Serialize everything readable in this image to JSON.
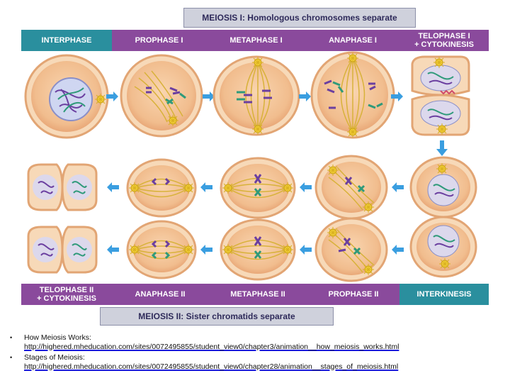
{
  "meiosis1": {
    "banner": "MEIOSIS I:  Homologous chromosomes separate",
    "phases": [
      "INTERPHASE",
      "PROPHASE I",
      "METAPHASE I",
      "ANAPHASE I",
      "TELOPHASE I\n+ CYTOKINESIS"
    ]
  },
  "meiosis2": {
    "banner": "MEIOSIS II:  Sister chromatids separate",
    "phases": [
      "TELOPHASE II\n+ CYTOKINESIS",
      "ANAPHASE II",
      "METAPHASE II",
      "PROPHASE II",
      "INTERKINESIS"
    ]
  },
  "references": [
    {
      "bullet": "•",
      "title": "How Meiosis Works:",
      "link": "http://highered.mheducation.com/sites/0072495855/student_view0/chapter3/animation__how_meiosis_works.html"
    },
    {
      "bullet": "•",
      "title": "Stages of Meiosis:",
      "link": "http://highered.mheducation.com/sites/0072495855/student_view0/chapter28/animation__stages_of_meiosis.html"
    }
  ],
  "colors": {
    "bar_purple": "#8a4a9c",
    "bar_teal": "#2a8f9e",
    "arrow": "#3a9ee0",
    "cell_fill": "#f3c79c",
    "cell_rim": "#f7d9b8",
    "spindle": "#d8b23a",
    "chrom_purple": "#6b3fa0",
    "chrom_green": "#2f9a7a"
  }
}
